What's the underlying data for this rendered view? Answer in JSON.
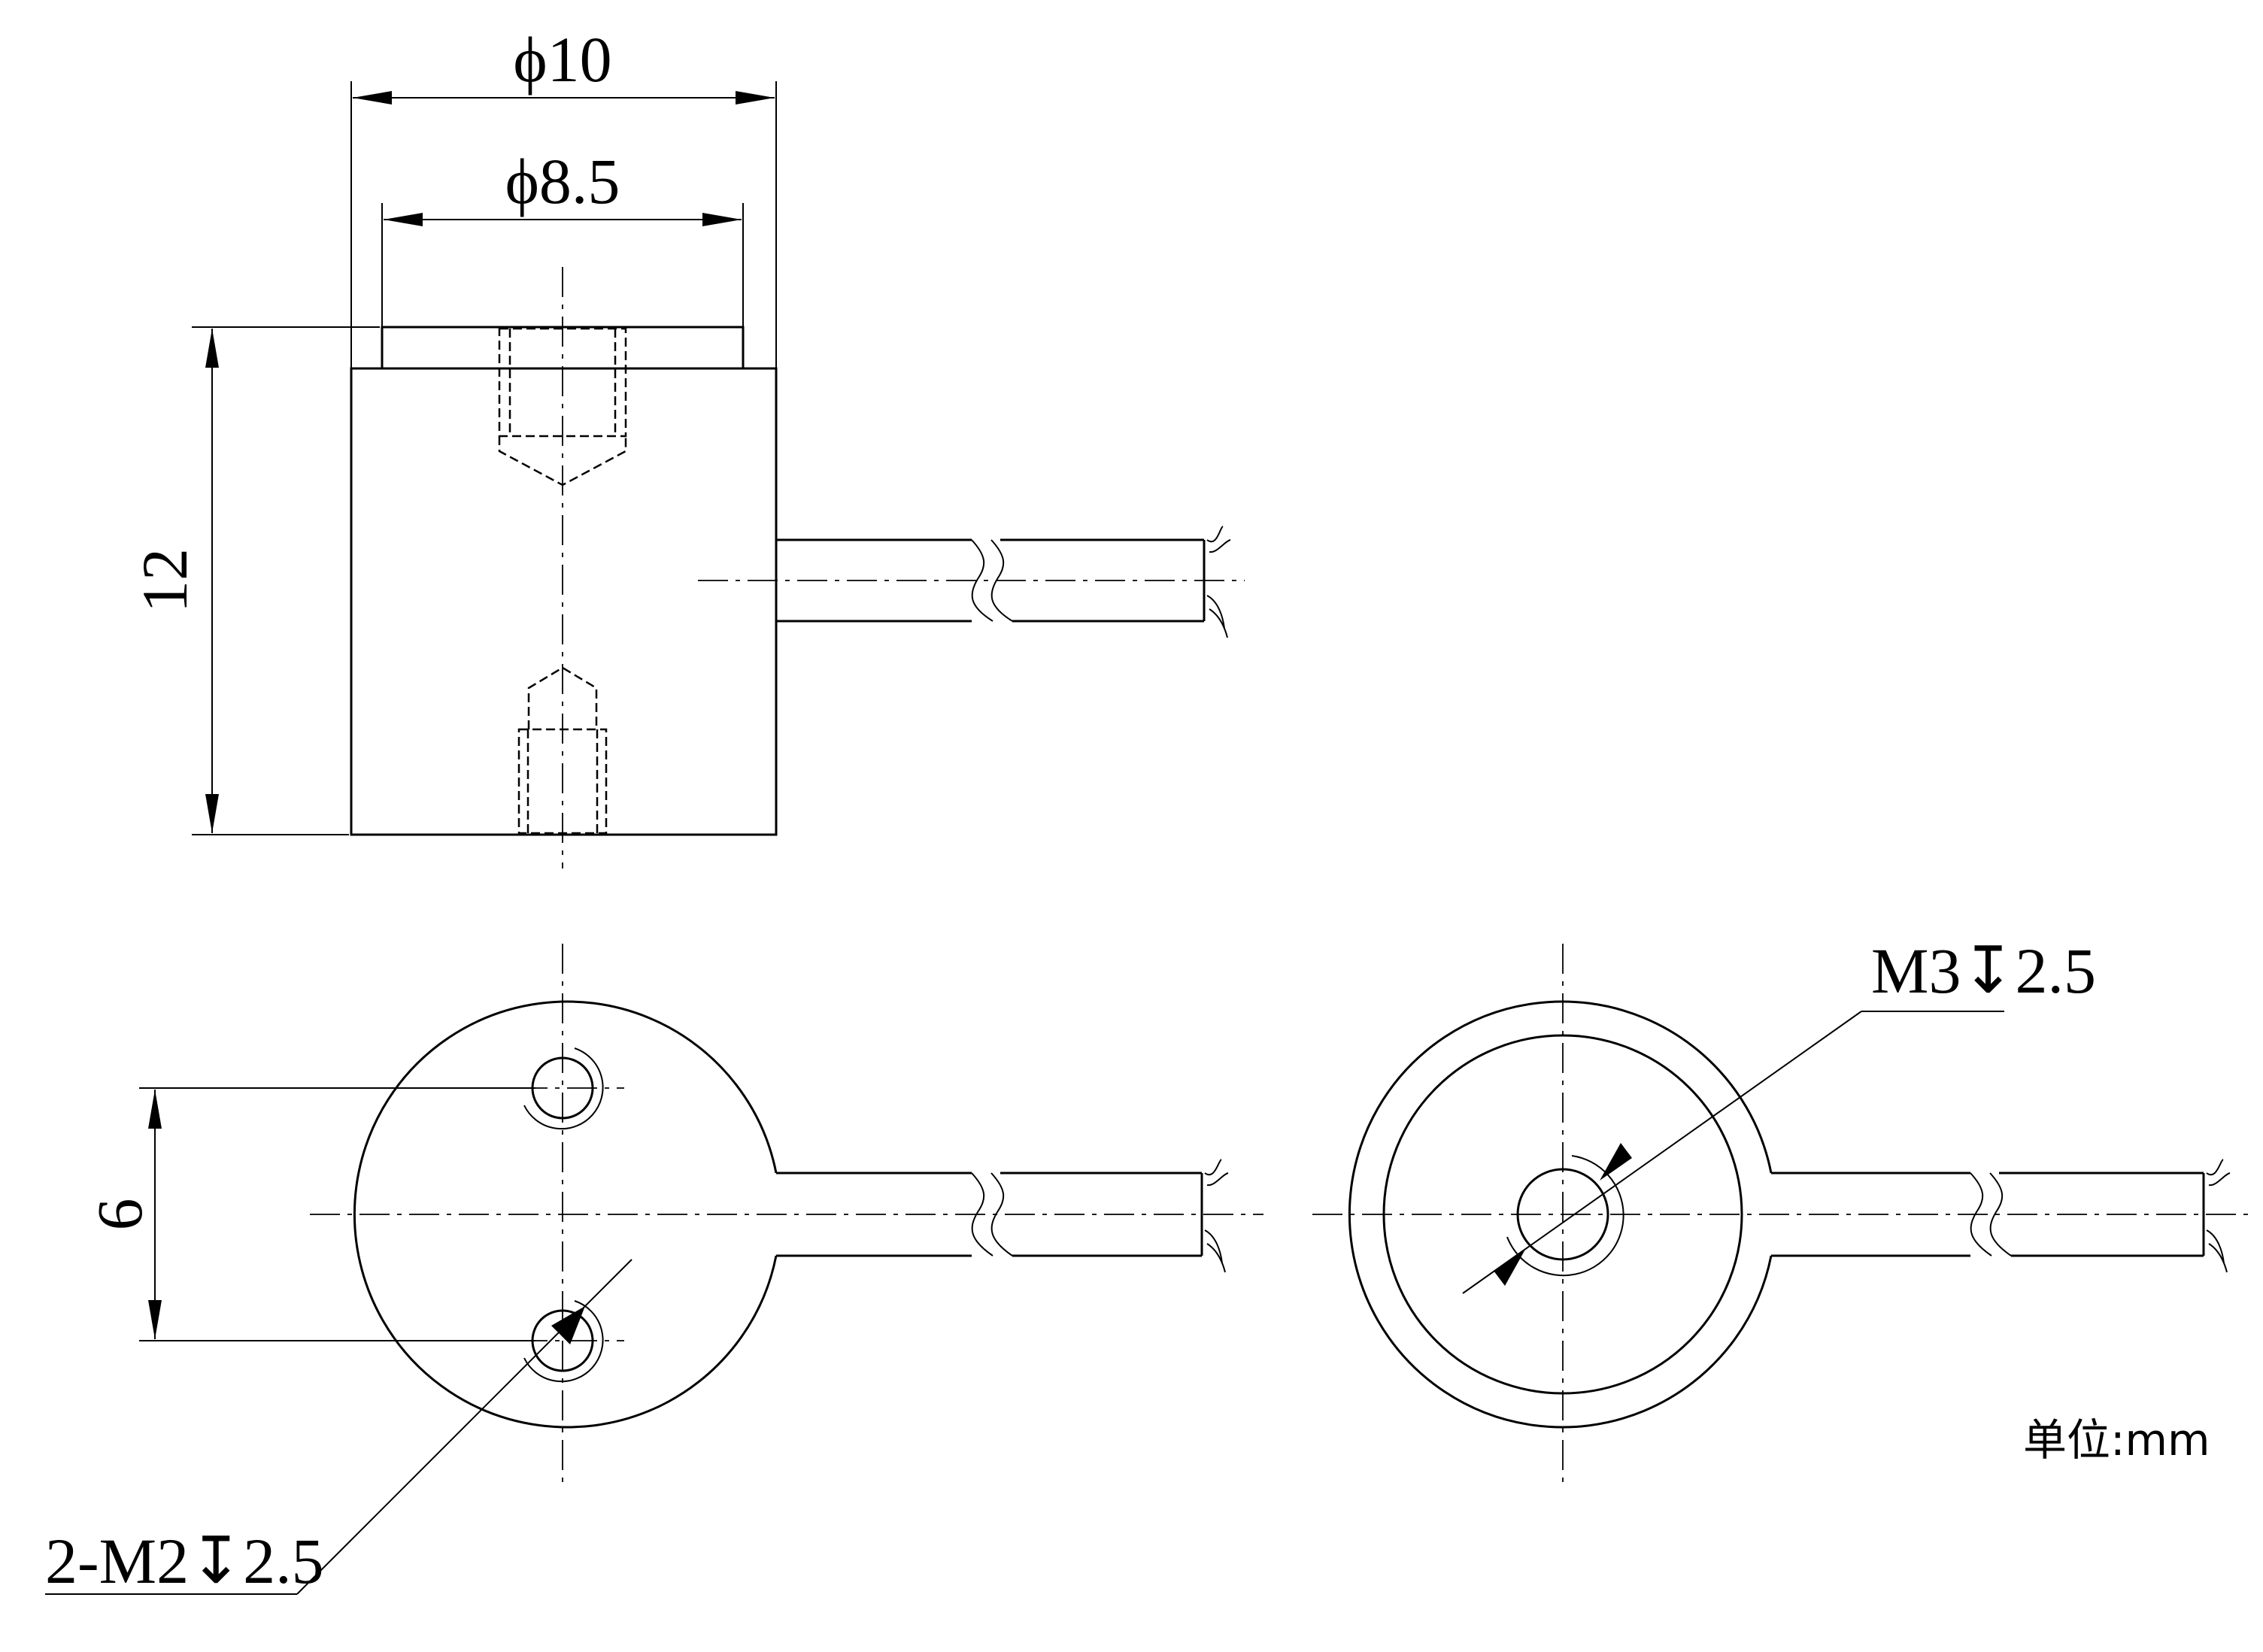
{
  "dimensions": {
    "outer_diameter": "ϕ10",
    "top_diameter": "ϕ8.5",
    "height": "12",
    "hole_spacing": "6",
    "center_thread": "M3↧2.5",
    "mount_holes": "2-M2↧2.5"
  },
  "unit_note": "单位:mm"
}
